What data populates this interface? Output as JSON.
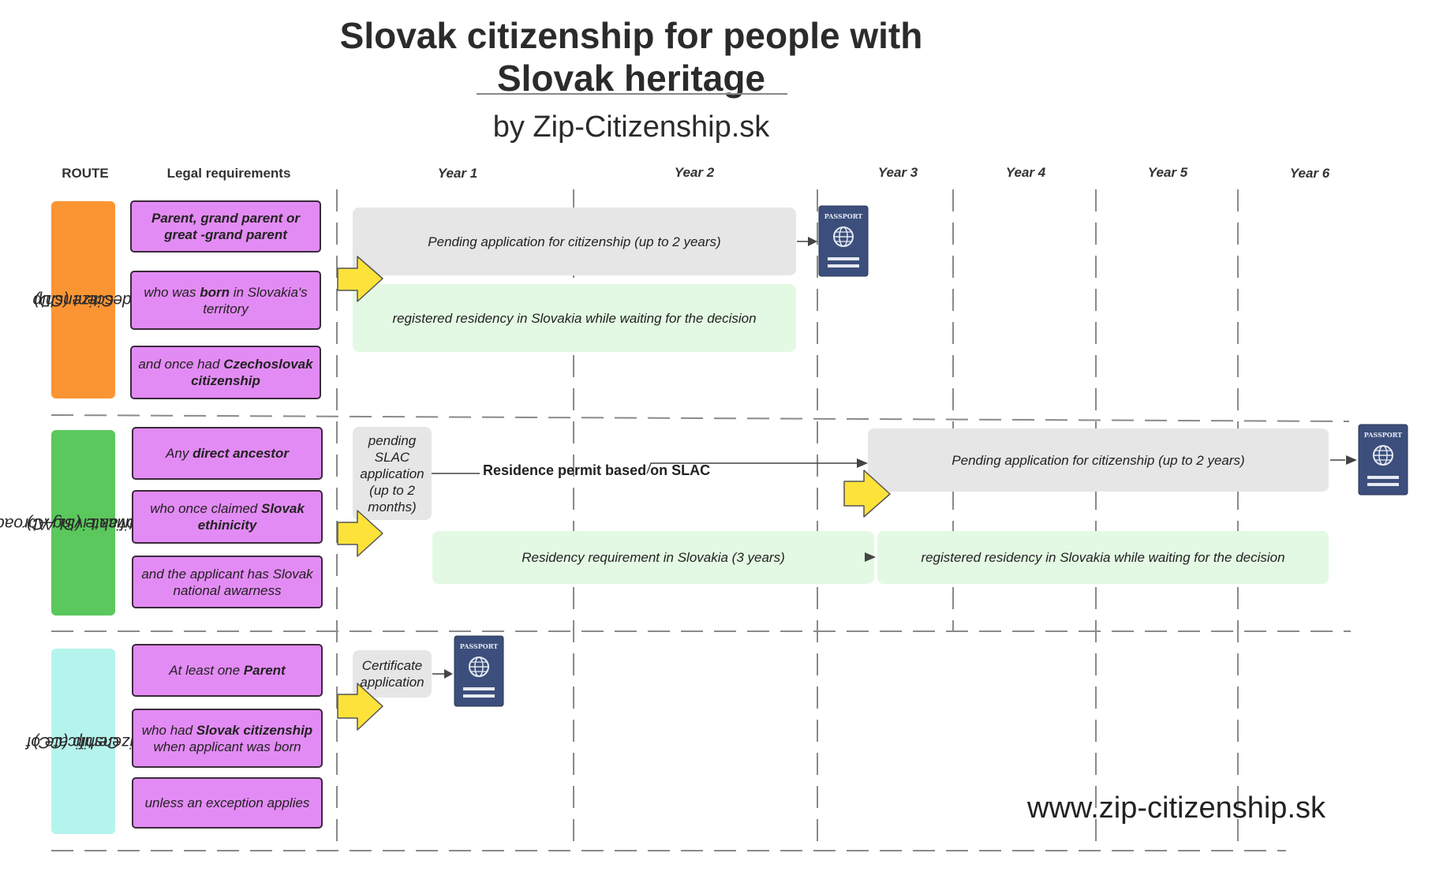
{
  "header": {
    "title_line1": "Slovak citizenship for people with",
    "title_line2": "Slovak heritage",
    "subtitle": "by Zip-Citizenship.sk"
  },
  "columns": {
    "route": "ROUTE",
    "legal": "Legal requirements",
    "years": [
      "Year 1",
      "Year 2",
      "Year 3",
      "Year 4",
      "Year 5",
      "Year 6"
    ]
  },
  "routes": [
    {
      "label_line1": "Citizenship",
      "label_line2": "by descent (CD)",
      "color": "#fb9533",
      "requirements": [
        {
          "pre": "",
          "bold": "Parent, grand parent or great -grand parent",
          "post": ""
        },
        {
          "pre": "who was ",
          "bold": "born",
          "post": " in Slovakia's territory"
        },
        {
          "pre": "and once had ",
          "bold": "Czechoslovak citizenship",
          "post": ""
        }
      ],
      "bars": {
        "pending": "Pending application for citizenship (up to 2 years)",
        "residency": "registered residency in Slovakia while waiting for the decision"
      }
    },
    {
      "label_line1": "Slovak Living Abroad",
      "label_line2": "Certificate (SLAC)",
      "color": "#5ac85c",
      "requirements": [
        {
          "pre": "Any ",
          "bold": "direct ancestor",
          "post": ""
        },
        {
          "pre": "who once claimed ",
          "bold": "Slovak ethinicity",
          "post": ""
        },
        {
          "pre": "and the applicant has Slovak national awarness",
          "bold": "",
          "post": ""
        }
      ],
      "bars": {
        "slac_pending": "pending SLAC application (up to 2 months)",
        "permit": "Residence permit based on SLAC",
        "pending": "Pending application for citizenship (up to 2 years)",
        "residency_req": "Residency requirement in Slovakia (3 years)",
        "residency": "registered residency in Slovakia while waiting for the decision"
      }
    },
    {
      "label_line1": "Certificate of",
      "label_line2": "Citizenship (CC)",
      "color": "#b5f4ec",
      "requirements": [
        {
          "pre": "At least one ",
          "bold": "Parent",
          "post": ""
        },
        {
          "pre": "who had ",
          "bold": "Slovak citizenship",
          "post": " when applicant was born"
        },
        {
          "pre": "unless an exception applies",
          "bold": "",
          "post": ""
        }
      ],
      "bars": {
        "certificate": "Certificate application"
      }
    }
  ],
  "passport": {
    "label": "PASSPORT",
    "color": "#3c4f7c"
  },
  "colors": {
    "arrow": "#fde23a",
    "requirement": "#e38bf4",
    "gray_bar": "#e6e6e6",
    "green_bar": "#e3f9e3"
  },
  "footer": {
    "website": "www.zip-citizenship.sk"
  }
}
